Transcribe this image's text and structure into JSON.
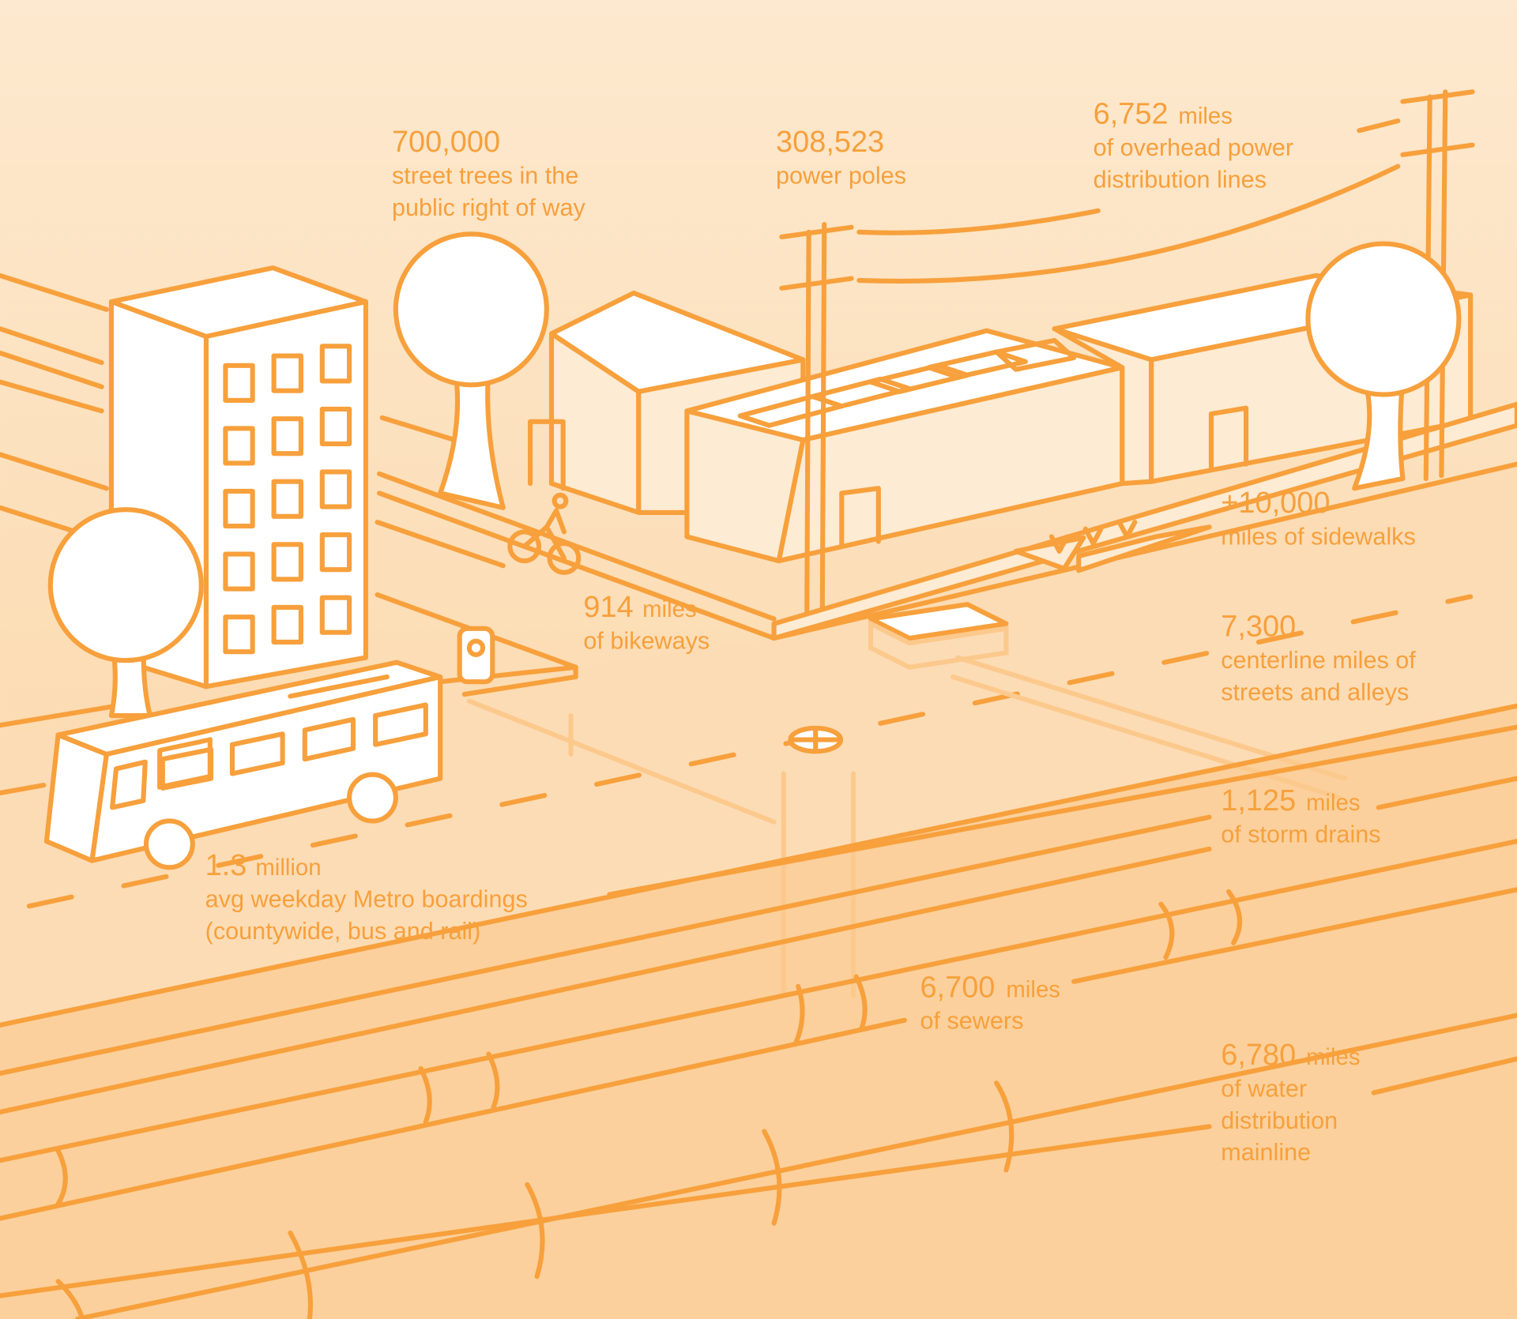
{
  "colors": {
    "accent": "#f7a03c",
    "bg_top": "#fde9cf",
    "bg_bottom": "#fbd19c"
  },
  "labels": {
    "trees": {
      "value": "700,000",
      "lines": [
        "street trees in the",
        "public right of way"
      ]
    },
    "poles": {
      "value": "308,523",
      "lines": [
        "power poles"
      ]
    },
    "powerlines": {
      "value": "6,752",
      "unit": "miles",
      "lines": [
        "of overhead power",
        "distribution lines"
      ]
    },
    "sidewalks": {
      "value": "+10,000",
      "lines": [
        "miles of sidewalks"
      ]
    },
    "bikeways": {
      "value": "914",
      "unit": "miles",
      "lines": [
        "of bikeways"
      ]
    },
    "streets": {
      "value": "7,300",
      "lines": [
        "centerline miles of",
        "streets and alleys"
      ]
    },
    "storm": {
      "value": "1,125",
      "unit": "miles",
      "lines": [
        "of storm drains"
      ]
    },
    "metro": {
      "value": "1.3",
      "unit": "million",
      "lines": [
        "avg weekday Metro boardings",
        "(countywide, bus and rail)"
      ]
    },
    "sewers": {
      "value": "6,700",
      "unit": "miles",
      "lines": [
        "of sewers"
      ]
    },
    "water": {
      "value": "6,780",
      "unit": "miles",
      "lines": [
        "of water",
        "distribution",
        "mainline"
      ]
    }
  }
}
